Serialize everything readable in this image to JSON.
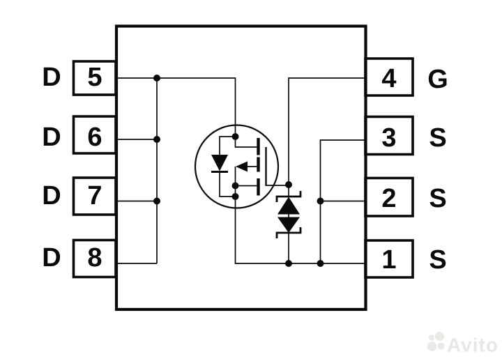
{
  "schematic": {
    "left_pins": [
      {
        "number": "5",
        "function": "D"
      },
      {
        "number": "6",
        "function": "D"
      },
      {
        "number": "7",
        "function": "D"
      },
      {
        "number": "8",
        "function": "D"
      }
    ],
    "right_pins": [
      {
        "number": "4",
        "function": "G"
      },
      {
        "number": "3",
        "function": "S"
      },
      {
        "number": "2",
        "function": "S"
      },
      {
        "number": "1",
        "function": "S"
      }
    ]
  },
  "watermark": {
    "text": "Avito"
  },
  "colors": {
    "line": "#0a0a0a",
    "background": "#ffffff",
    "watermark": "#e7e6e3"
  }
}
